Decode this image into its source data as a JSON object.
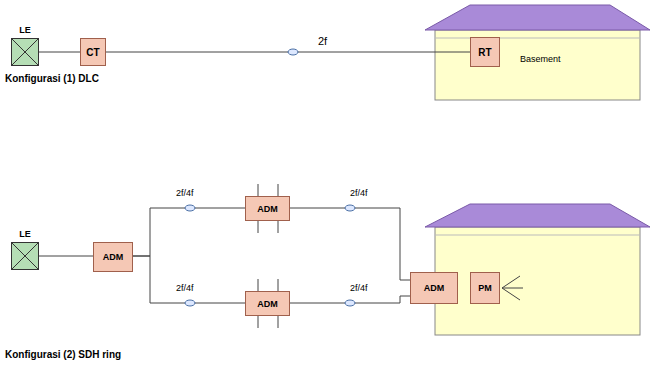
{
  "diagram": {
    "nodes": [
      {
        "text": [
          "LE"
        ]
      },
      {
        "text": [
          "CT"
        ]
      },
      {
        "text": [
          "Basement"
        ]
      },
      {
        "text": [
          "RT"
        ],
        "in": 2
      },
      {
        "text": [
          "LE"
        ]
      },
      {
        "text": [
          "ADM"
        ]
      },
      {
        "text": [
          "ADM"
        ]
      },
      {
        "text": [
          "ADM"
        ]
      },
      {
        "text": []
      },
      {
        "text": [
          "ADM"
        ],
        "in": 8
      },
      {
        "text": [
          "PM"
        ],
        "in": 8
      }
    ],
    "edges": [
      {
        "from": 0,
        "to": 1,
        "arrow": "none"
      },
      {
        "from": 1,
        "to": 3,
        "label": "2f",
        "arrow": "none"
      },
      {
        "from": 4,
        "to": 5,
        "arrow": "none"
      },
      {
        "from": 5,
        "to": 6,
        "label": "2f/4f",
        "arrow": "none"
      },
      {
        "from": 6,
        "to": 9,
        "label": "2f/4f",
        "arrow": "none"
      },
      {
        "from": 5,
        "to": 7,
        "label": "2f/4f",
        "arrow": "none"
      },
      {
        "from": 7,
        "to": 9,
        "label": "2f/4f",
        "arrow": "none"
      }
    ],
    "labels": [
      "Konfigurasi (1) DLC",
      "Konfigurasi (2) SDH ring"
    ]
  }
}
